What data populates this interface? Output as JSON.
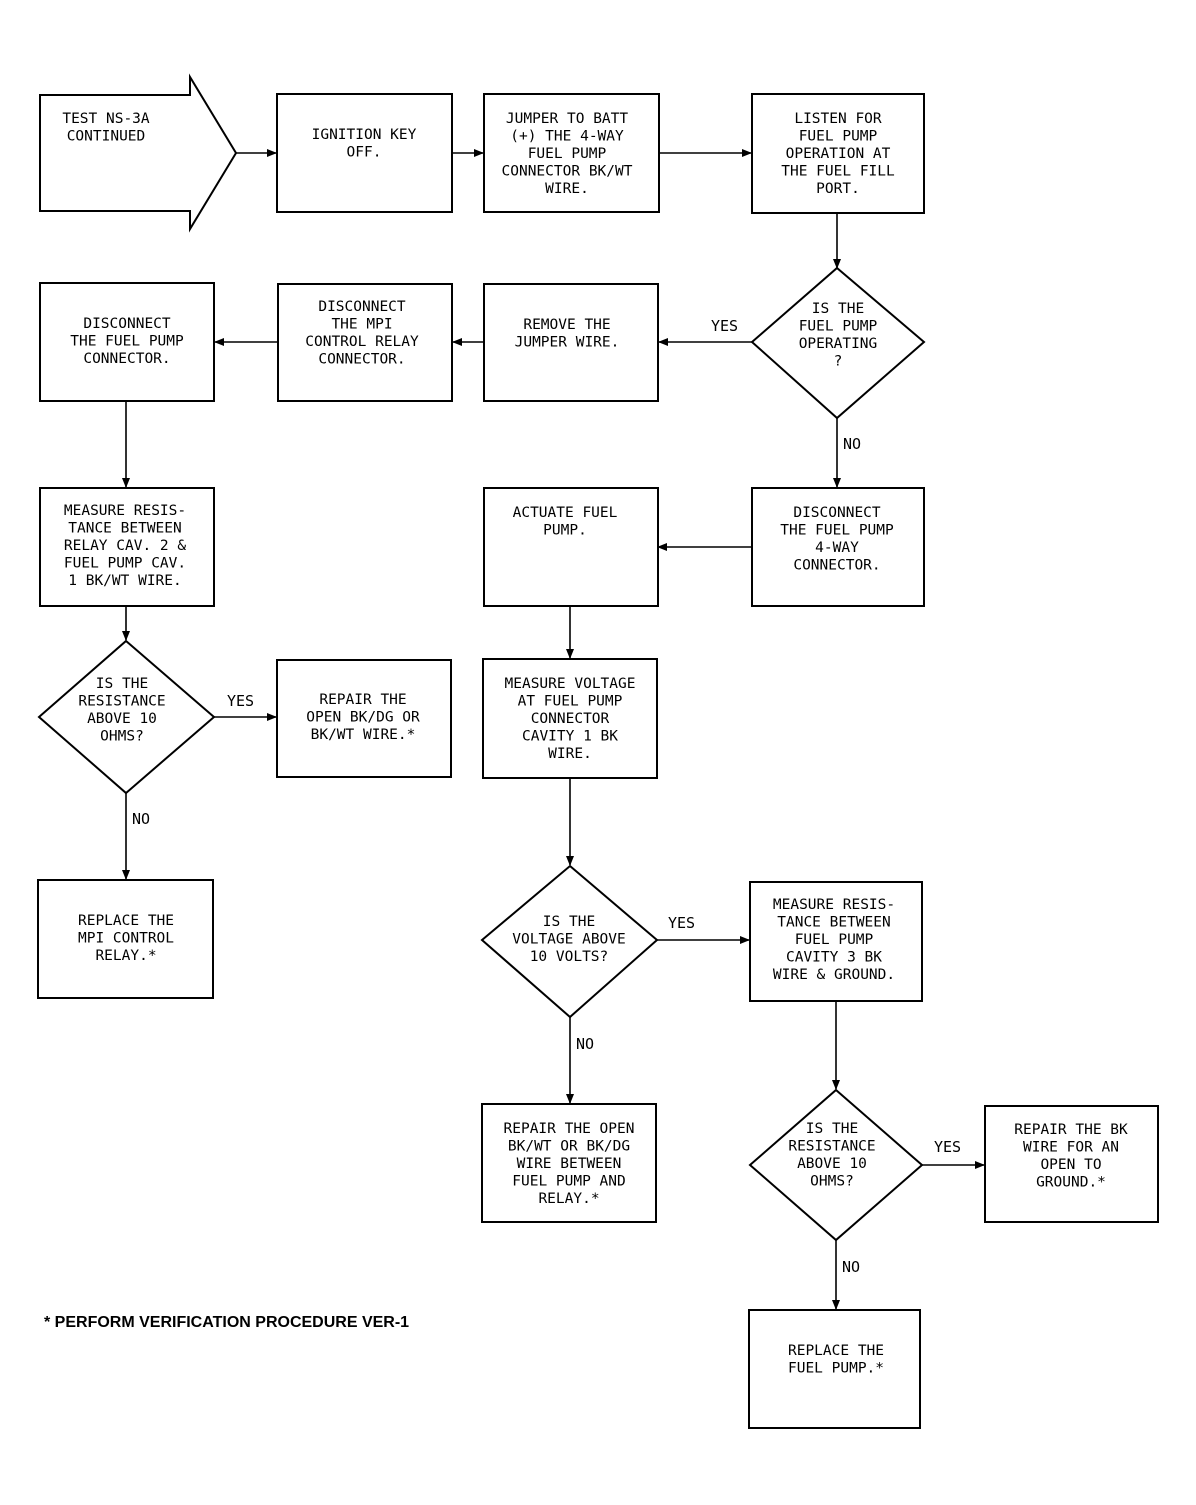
{
  "nodes": {
    "start": [
      "TEST NS-3A",
      "CONTINUED"
    ],
    "ignition_off": [
      "IGNITION KEY",
      "OFF."
    ],
    "jumper_batt": [
      "JUMPER TO BATT",
      "(+) THE 4-WAY",
      "FUEL PUMP",
      "CONNECTOR BK/WT",
      "WIRE."
    ],
    "listen_pump": [
      "LISTEN FOR",
      "FUEL PUMP",
      "OPERATION AT",
      "THE FUEL FILL",
      "PORT."
    ],
    "is_pump_operating": [
      "IS THE",
      "FUEL PUMP",
      "OPERATING",
      "?"
    ],
    "remove_jumper": [
      "REMOVE THE",
      "JUMPER WIRE."
    ],
    "disconnect_mpi_relay": [
      "DISCONNECT",
      "THE MPI",
      "CONTROL RELAY",
      "CONNECTOR."
    ],
    "disconnect_pump_connector": [
      "DISCONNECT",
      "THE FUEL PUMP",
      "CONNECTOR."
    ],
    "measure_resistance_relay": [
      "MEASURE RESIS-",
      "TANCE BETWEEN",
      "RELAY CAV. 2 &",
      "FUEL PUMP CAV.",
      "1 BK/WT WIRE."
    ],
    "is_resistance_10_left": [
      "IS THE",
      "RESISTANCE",
      "ABOVE 10",
      "OHMS?"
    ],
    "repair_open_bkdg": [
      "REPAIR THE",
      "OPEN BK/DG OR",
      "BK/WT WIRE.*"
    ],
    "replace_mpi_relay": [
      "REPLACE THE",
      "MPI CONTROL",
      "RELAY.*"
    ],
    "disconnect_4way": [
      "DISCONNECT",
      "THE FUEL PUMP",
      "4-WAY",
      "CONNECTOR."
    ],
    "actuate_pump": [
      "ACTUATE FUEL",
      "PUMP."
    ],
    "measure_voltage": [
      "MEASURE VOLTAGE",
      "AT FUEL PUMP",
      "CONNECTOR",
      "CAVITY 1 BK",
      "WIRE."
    ],
    "is_voltage_10": [
      "IS THE",
      "VOLTAGE ABOVE",
      "10 VOLTS?"
    ],
    "measure_resistance_ground": [
      "MEASURE RESIS-",
      "TANCE BETWEEN",
      "FUEL PUMP",
      "CAVITY 3 BK",
      "WIRE & GROUND."
    ],
    "repair_open_wire_relay": [
      "REPAIR THE OPEN",
      "BK/WT OR BK/DG",
      "WIRE BETWEEN",
      "FUEL PUMP AND",
      "RELAY.*"
    ],
    "is_resistance_10_right": [
      "IS THE",
      "RESISTANCE",
      "ABOVE 10",
      "OHMS?"
    ],
    "repair_bk_ground": [
      "REPAIR THE BK",
      "WIRE FOR AN",
      "OPEN TO",
      "GROUND.*"
    ],
    "replace_fuel_pump": [
      "REPLACE THE",
      "FUEL PUMP.*"
    ]
  },
  "edge_labels": {
    "yes": "YES",
    "no": "NO"
  },
  "footnote": "* PERFORM VERIFICATION PROCEDURE VER-1"
}
